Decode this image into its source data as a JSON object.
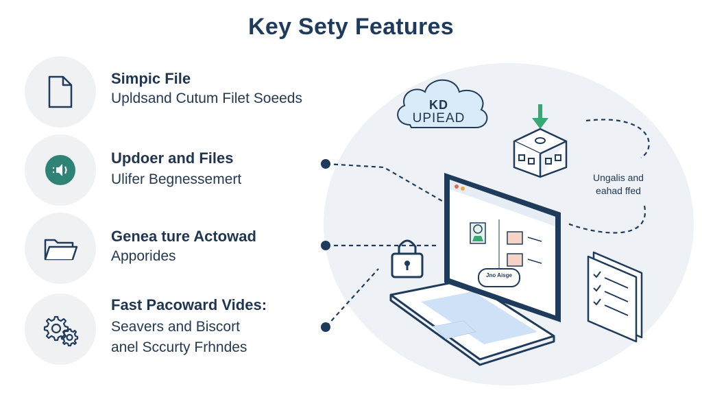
{
  "title": "Key Sety Features",
  "features": [
    {
      "icon": "document-icon",
      "title": "Simpic File",
      "desc": [
        "Upldsand Cutum Filet Soeeds"
      ]
    },
    {
      "icon": "speaker-icon",
      "title": "Updoer and Files",
      "desc": [
        "Ulifer Begnessemert"
      ]
    },
    {
      "icon": "folder-icon",
      "title": "Genea ture Actowad",
      "desc": [
        "Apporides"
      ]
    },
    {
      "icon": "gears-icon",
      "title": "Fast Pacoward Vides:",
      "desc": [
        "Seavers and Biscort",
        "anel Sccurty Frhndes"
      ]
    }
  ],
  "cloud": {
    "line1": "KD",
    "line2": "UPIEAD"
  },
  "side_note": [
    "Ungalis and",
    "eahad ffed"
  ],
  "screen_button": "Jno Aisge",
  "colors": {
    "navy": "#1f3b5c",
    "teal": "#2f8374",
    "green": "#3aa874",
    "light_blue": "#cfe1f6",
    "circle_bg": "#eef1f5"
  }
}
